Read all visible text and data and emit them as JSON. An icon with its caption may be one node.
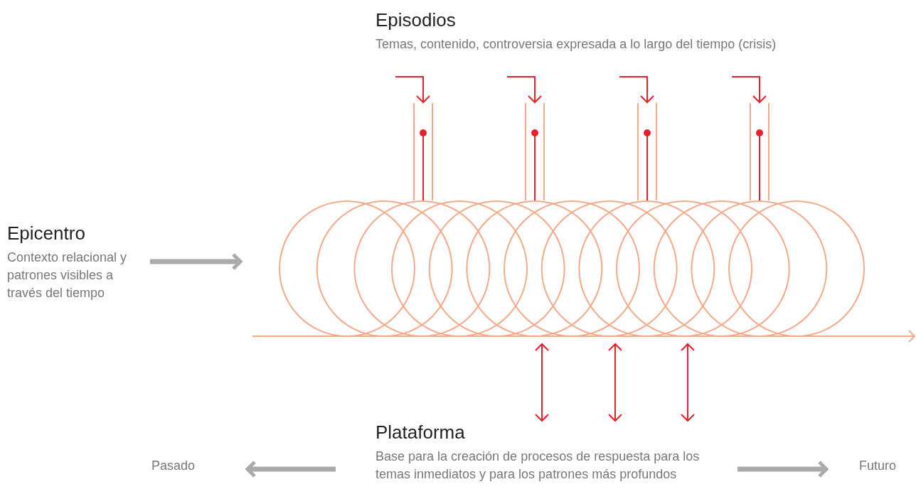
{
  "diagram": {
    "nodes": [
      {
        "text": [
          "Episodios",
          "Temas, contenido, controversia expresada a lo largo del tiempo (crisis)"
        ]
      },
      {
        "text": [
          "Epicentro",
          "Contexto relacional y patrones visibles a través del tiempo"
        ]
      },
      {
        "text": [],
        "shape": "spiral"
      },
      {
        "text": [],
        "shape": "box"
      },
      {
        "text": [],
        "shape": "box"
      },
      {
        "text": [],
        "shape": "box"
      },
      {
        "text": [],
        "shape": "box"
      },
      {
        "text": [
          "Plataforma",
          "Base para la creación de procesos de respuesta para los temas inmediatos y para los patrones más profundos"
        ]
      }
    ],
    "edges": [
      {
        "from": null,
        "to": 3,
        "arrow": "to"
      },
      {
        "from": null,
        "to": 4,
        "arrow": "to"
      },
      {
        "from": null,
        "to": 5,
        "arrow": "to"
      },
      {
        "from": null,
        "to": 6,
        "arrow": "to"
      },
      {
        "from": 1,
        "to": 2,
        "arrow": "to",
        "style": "thick",
        "color": "#aaaaaa"
      },
      {
        "from": 2,
        "to": 7,
        "arrow": "both"
      },
      {
        "from": 2,
        "to": 7,
        "arrow": "both"
      },
      {
        "from": 2,
        "to": 7,
        "arrow": "both"
      }
    ],
    "labels": [
      "Pasado",
      "Futuro"
    ]
  }
}
